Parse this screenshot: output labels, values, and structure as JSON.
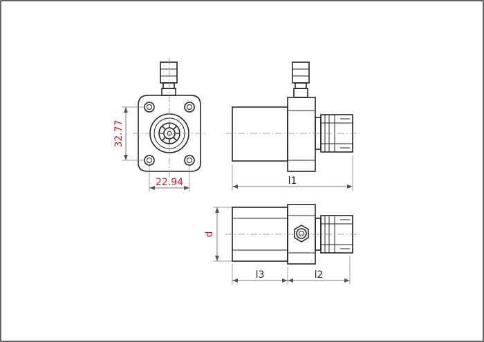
{
  "drawing": {
    "front_view": {
      "dim_height": "32.77",
      "dim_width": "22.94"
    },
    "side_view": {
      "dim_length": "l1"
    },
    "bottom_view": {
      "dim_diameter": "d",
      "dim_l3": "l3",
      "dim_l2": "l2"
    }
  },
  "colors": {
    "dimension_text": "#d11a2a",
    "line": "#222222",
    "frame": "#333333"
  }
}
